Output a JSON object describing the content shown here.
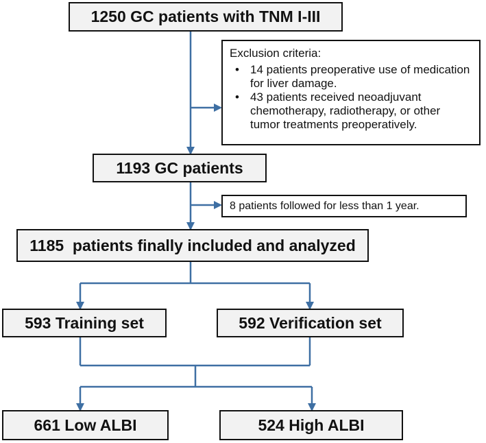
{
  "colors": {
    "arrow": "#3e6fa3",
    "box_fill": "#f2f2f2",
    "border": "#111111"
  },
  "boxes": {
    "start": "1250 GC patients with TNM I-III",
    "after_exclusion": "1193 GC patients",
    "final": "1185  patients finally included and analyzed",
    "training": "593 Training set",
    "verification": "592 Verification set",
    "low_albi": "661 Low ALBI",
    "high_albi": "524 High ALBI"
  },
  "exclusion": {
    "title": "Exclusion criteria:",
    "items": [
      "14 patients preoperative use of medication for liver damage.",
      "43 patients received neoadjuvant chemotherapy,   radiotherapy, or other tumor treatments preoperatively."
    ]
  },
  "followup_exclusion": "8 patients followed for less than 1 year."
}
